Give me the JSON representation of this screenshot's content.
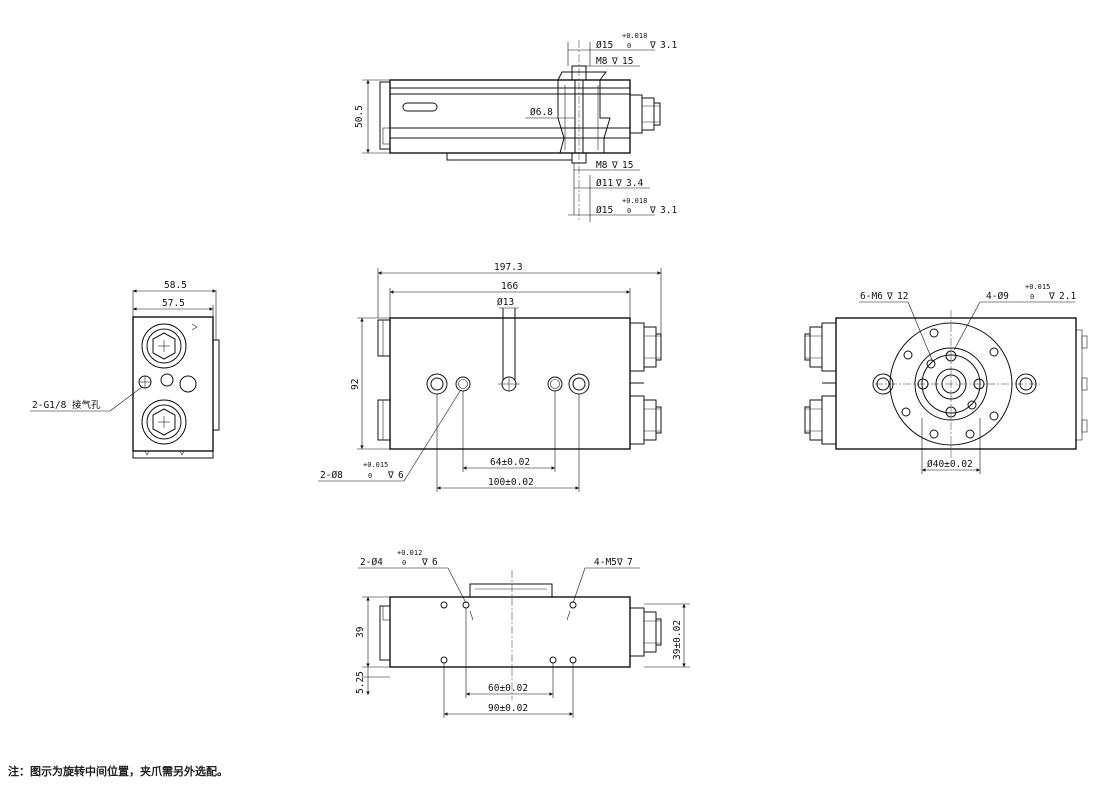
{
  "top_view": {
    "tol1_upper": "+0.018",
    "tol1_lower": "0",
    "tol1_label": "Ø15",
    "tol1_depth": "3.1",
    "m8_top": "M8",
    "m8_top_depth": "15",
    "height": "50.5",
    "hole_label": "Ø6.8",
    "m8_bottom": "M8",
    "m8_bottom_depth": "15",
    "cb_label": "Ø11",
    "cb_depth": "3.4",
    "tol2_upper": "+0.018",
    "tol2_lower": "0",
    "tol2_label": "Ø15",
    "tol2_depth": "3.1"
  },
  "side_view": {
    "outer_width": "58.5",
    "inner_width": "57.5",
    "port_label": "2-G1/8 接气孔"
  },
  "front_view": {
    "overall_length": "197.3",
    "body_length": "166",
    "slot_label": "Ø13",
    "height": "92",
    "pin_spacing": "64±0.02",
    "hole_spacing": "100±0.02",
    "pin_label": "2-Ø8",
    "pin_tol_upper": "+0.015",
    "pin_tol_lower": "0",
    "pin_depth": "6"
  },
  "end_view": {
    "thread_label": "6-M6",
    "thread_depth": "12",
    "pin_label": "4-Ø9",
    "pin_tol_upper": "+0.015",
    "pin_tol_lower": "0",
    "pin_depth": "2.1",
    "pcd": "Ø40±0.02"
  },
  "bottom_view": {
    "pin_label": "2-Ø4",
    "pin_tol_upper": "+0.012",
    "pin_tol_lower": "0",
    "pin_depth": "6",
    "thread_label": "4-M5",
    "thread_depth": "7",
    "height": "39",
    "offset": "5.25",
    "right_height": "39±0.02",
    "spacing_inner": "60±0.02",
    "spacing_outer": "90±0.02"
  },
  "note": "注：图示为旋转中间位置，夹爪需另外选配。"
}
